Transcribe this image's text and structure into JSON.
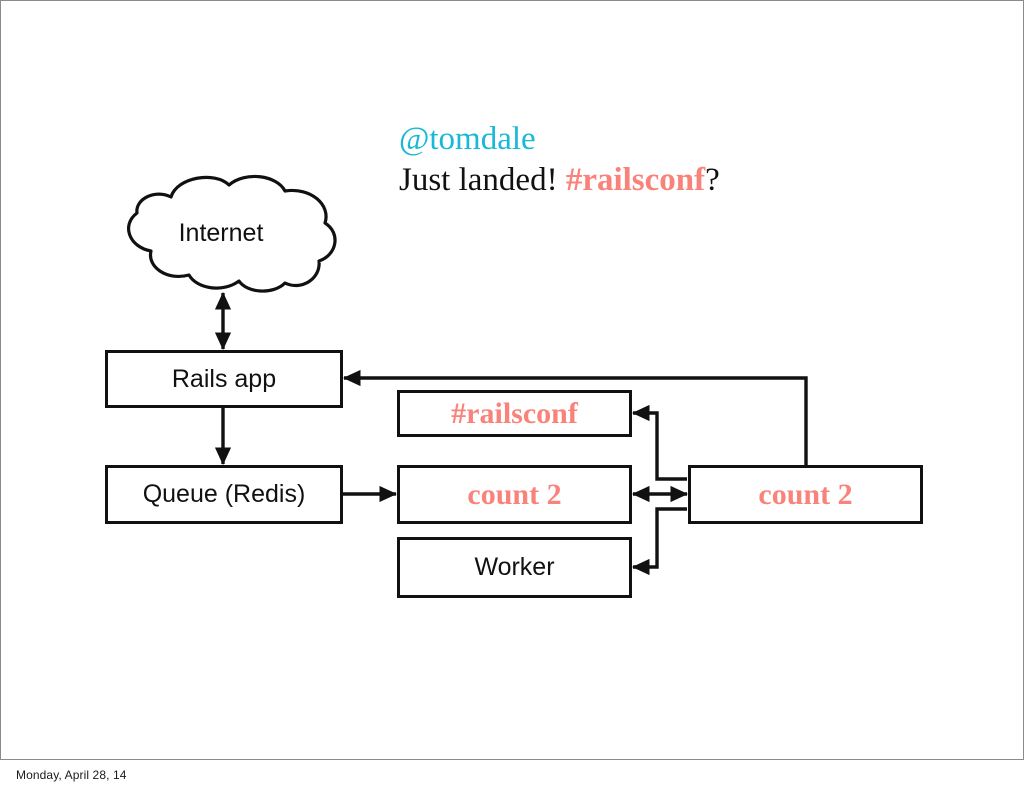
{
  "slide": {
    "background_color": "#ffffff",
    "border_color": "#8a8a8a"
  },
  "colors": {
    "coral": "#f9837b",
    "cyan": "#18b9d8",
    "ink": "#111111",
    "stroke": "#111111"
  },
  "tweet": {
    "handle": "@tomdale",
    "text_before": "Just landed! ",
    "hashtag": "#railsconf",
    "text_after": "?"
  },
  "diagram": {
    "nodes": {
      "internet": {
        "label": "Internet",
        "shape": "cloud"
      },
      "rails_app": {
        "label": "Rails app",
        "shape": "rect"
      },
      "queue": {
        "label": "Queue (Redis)",
        "shape": "rect"
      },
      "railsconf_key": {
        "label": "#railsconf",
        "shape": "rect",
        "accent": true
      },
      "count_middle": {
        "label": "count 2",
        "shape": "rect",
        "accent": true
      },
      "worker": {
        "label": "Worker",
        "shape": "rect"
      },
      "count_right": {
        "label": "count 2",
        "shape": "rect",
        "accent": true
      }
    },
    "edges": [
      {
        "from": "internet",
        "to": "rails_app",
        "arrows": "both"
      },
      {
        "from": "rails_app",
        "to": "queue",
        "arrows": "to"
      },
      {
        "from": "queue",
        "to": "count_middle",
        "arrows": "to"
      },
      {
        "from": "count_right",
        "to": "rails_app",
        "arrows": "to"
      },
      {
        "from": "count_right",
        "to": "railsconf_key",
        "arrows": "to"
      },
      {
        "from": "count_middle",
        "to": "count_right",
        "arrows": "both"
      },
      {
        "from": "count_right",
        "to": "worker",
        "arrows": "to"
      }
    ]
  },
  "footer": {
    "date": "Monday, April 28, 14"
  }
}
